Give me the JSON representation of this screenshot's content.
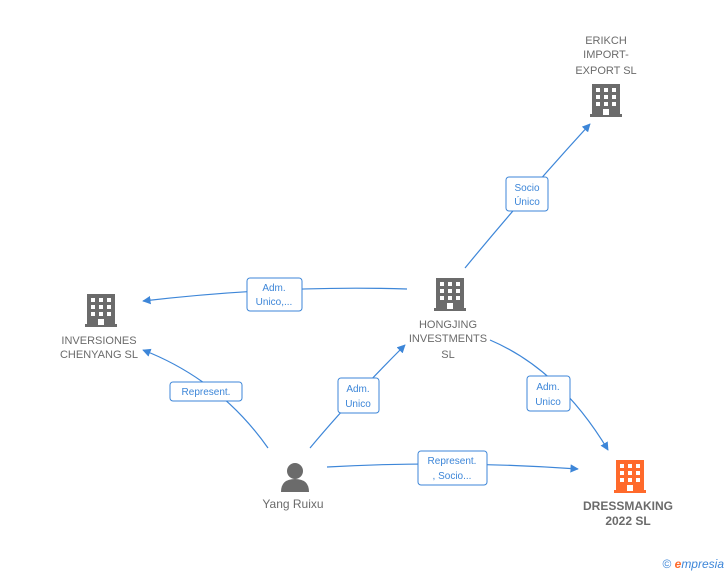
{
  "colors": {
    "edge": "#3d86d8",
    "node": "#6b6b6b",
    "highlight": "#ff6a2b"
  },
  "nodes": {
    "erikch": {
      "lines": [
        "ERIKCH",
        "IMPORT-",
        "EXPORT SL"
      ],
      "icon": "building-icon"
    },
    "inversiones": {
      "lines": [
        "INVERSIONES",
        "CHENYANG  SL"
      ],
      "icon": "building-icon"
    },
    "hongjing": {
      "lines": [
        "HONGJING",
        "INVESTMENTS",
        "SL"
      ],
      "icon": "building-icon"
    },
    "dressmaking": {
      "lines": [
        "DRESSMAKING",
        "2022  SL"
      ],
      "icon": "building-icon"
    },
    "yang": {
      "lines": [
        "Yang Ruixu"
      ],
      "icon": "person-icon"
    }
  },
  "edges": {
    "socio_unico": {
      "lines": [
        "Socio",
        "Único"
      ]
    },
    "adm_unico_trunc": {
      "lines": [
        "Adm.",
        "Unico,..."
      ]
    },
    "represent": {
      "lines": [
        "Represent."
      ]
    },
    "adm_unico_hong": {
      "lines": [
        "Adm.",
        "Unico"
      ]
    },
    "adm_unico_dress": {
      "lines": [
        "Adm.",
        "Unico"
      ]
    },
    "represent_socio": {
      "lines": [
        "Represent.",
        ", Socio..."
      ]
    }
  },
  "footer": {
    "copyright": "©",
    "brand_e": "e",
    "brand_rest": "mpresia"
  }
}
